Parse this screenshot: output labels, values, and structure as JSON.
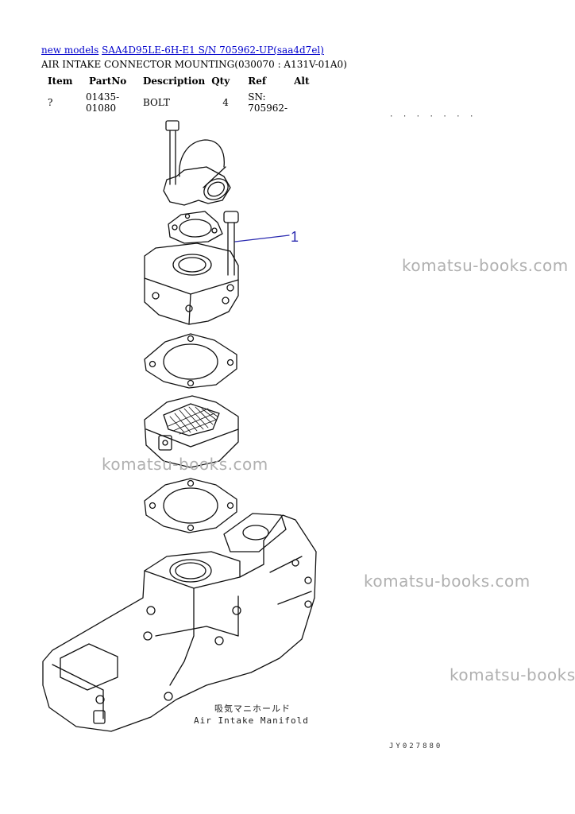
{
  "breadcrumb": {
    "link1": "new models",
    "link2": "SAA4D95LE-6H-E1 S/N 705962-UP(saa4d7el)"
  },
  "page_title": "AIR INTAKE CONNECTOR MOUNTING(030070 : A131V-01A0)",
  "table": {
    "headers": [
      "Item",
      "PartNo",
      "Description",
      "Qty",
      "Ref",
      "Alt"
    ],
    "rows": [
      [
        "?",
        "01435-01080",
        "BOLT",
        "4",
        "SN: 705962-",
        ""
      ]
    ]
  },
  "drawing": {
    "callout": "1",
    "code_top": "· · · · · · ·",
    "code_bottom": "JY027880",
    "caption_jp": "吸気マニホールド",
    "caption_en": "Air Intake Manifold"
  },
  "watermarks": [
    "komatsu-books.com",
    "komatsu-books.com",
    "komatsu-books.com",
    "komatsu-books.com"
  ]
}
